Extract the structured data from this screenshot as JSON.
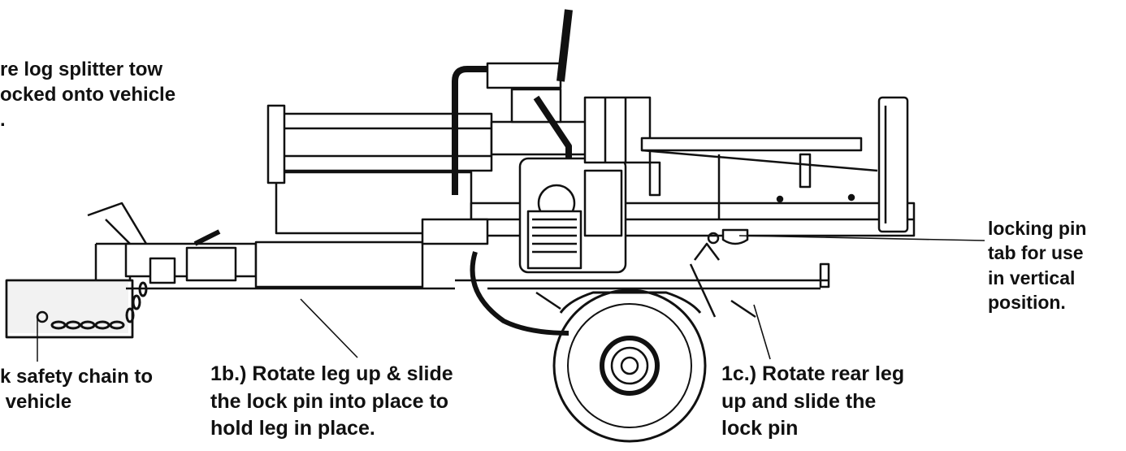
{
  "labels": {
    "top_left": "re log splitter tow\nocked onto vehicle\n.",
    "bottom_left": "k safety chain to\n vehicle",
    "step_1b": "1b.) Rotate leg up & slide\nthe lock pin into place to\nhold leg in place.",
    "step_1c": "1c.) Rotate rear leg\nup and slide the\nlock pin",
    "locking_pin": "locking pin\ntab for use\nin vertical\nposition."
  },
  "colors": {
    "ink": "#111111",
    "background": "#ffffff"
  }
}
